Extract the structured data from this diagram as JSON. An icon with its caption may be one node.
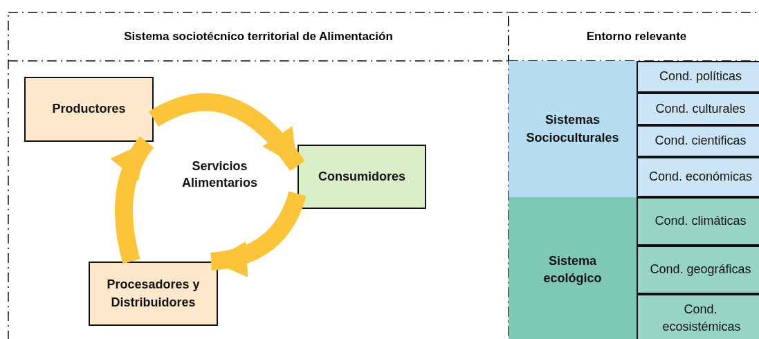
{
  "diagram": {
    "nodes": [
      {
        "text": [
          "Sistema sociotécnico territorial de Alimentación"
        ]
      },
      {
        "text": [
          "Entorno relevante"
        ]
      },
      {
        "text": [
          "Productores"
        ],
        "in": 0
      },
      {
        "text": [
          "Consumidores"
        ],
        "in": 0
      },
      {
        "text": [
          "Procesadores y Distribuidores"
        ],
        "in": 0
      },
      {
        "text": [
          "Sistemas Socioculturales"
        ],
        "in": 1
      },
      {
        "text": [
          "Cond. políticas"
        ],
        "in": 1
      },
      {
        "text": [
          "Cond. culturales"
        ],
        "in": 1
      },
      {
        "text": [
          "Cond. cientificas"
        ],
        "in": 1
      },
      {
        "text": [
          "Cond. económicas"
        ],
        "in": 1
      },
      {
        "text": [
          "Sistema ecológico"
        ],
        "in": 1
      },
      {
        "text": [
          "Cond. climáticas"
        ],
        "in": 1
      },
      {
        "text": [
          "Cond. geográficas"
        ],
        "in": 1
      },
      {
        "text": [
          "Cond. ecosistémicas"
        ],
        "in": 1
      }
    ],
    "edges": [
      {
        "from": 2,
        "to": 3,
        "arrow": "to"
      },
      {
        "from": 3,
        "to": 4,
        "arrow": "to"
      },
      {
        "from": 4,
        "to": 2,
        "arrow": "to"
      }
    ],
    "labels": [
      "Servicios Alimentarios"
    ]
  }
}
